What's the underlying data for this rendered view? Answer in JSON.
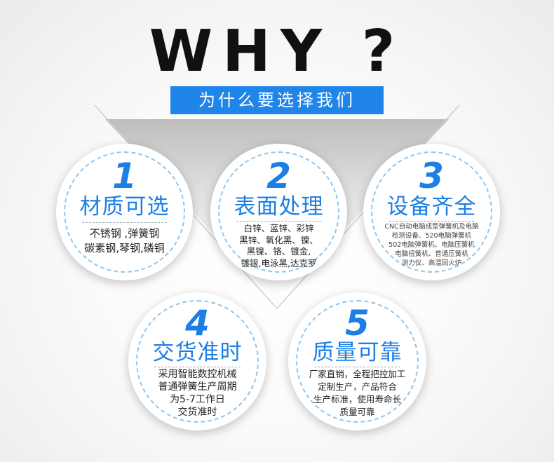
{
  "heading": "WHY ?",
  "subtitle": "为什么要选择我们",
  "colors": {
    "accent": "#1f85e8",
    "ring": "#8ec7ef",
    "text": "#222222"
  },
  "items": [
    {
      "number": "1",
      "title": "材质可选",
      "lines": [
        "不锈钢 ,弹簧钢",
        "碳素钢,琴钢,磷铜"
      ]
    },
    {
      "number": "2",
      "title": "表面处理",
      "lines": [
        "白锌、蓝锌、彩锌",
        "黑锌、氧化黑、镍、",
        "黑镍、铬、镀金,",
        "镀银,电泳黑,达克罗"
      ]
    },
    {
      "number": "3",
      "title": "设备齐全",
      "lines": [
        "CNC自动电脑成型弹簧机及电脑",
        "检测设备、520电脑弹簧机",
        "502电脑弹簧机、电脑压簧机",
        "电脑扭簧机、普通压簧机",
        "测力仪、高温回火炉"
      ]
    },
    {
      "number": "4",
      "title": "交货准时",
      "lines": [
        "采用智能数控机械",
        "普通弹簧生产周期",
        "为5-7工作日",
        "交货准时"
      ]
    },
    {
      "number": "5",
      "title": "质量可靠",
      "lines": [
        "厂家直销，全程把控加工",
        "定制生产，产品符合",
        "生产标准，使用寿命长",
        "质量可靠"
      ]
    }
  ]
}
